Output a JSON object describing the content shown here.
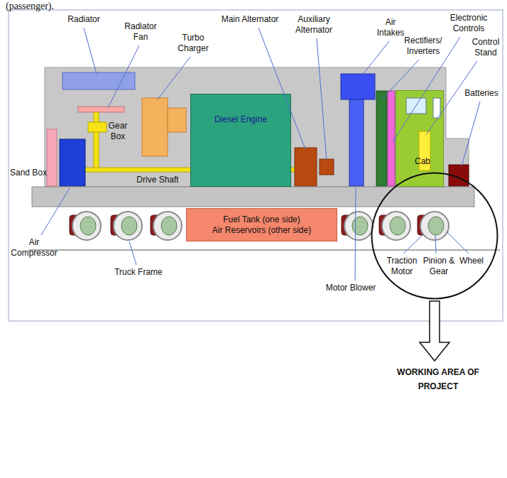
{
  "diagram": {
    "nodes": [
      {
        "text": [
          "Diesel Engine"
        ]
      },
      {
        "text": [
          "Cab"
        ]
      },
      {
        "text": [
          "Fuel Tank (one side)",
          "Air Reservoirs (other side)"
        ]
      },
      {
        "text": [
          "Traction Motor",
          "Pinion & Gear",
          "Wheel"
        ]
      }
    ],
    "labels": [
      "(passenger).",
      "Radiator",
      "Radiator Fan",
      "Turbo Charger",
      "Main Alternator",
      "Auxiliary Alternator",
      "Air Intakes",
      "Rectifiers/ Inverters",
      "Electronic Controls",
      "Control Stand",
      "Batteries",
      "Gear Box",
      "Sand Box",
      "Drive Shaft",
      "Air Compressor",
      "Truck Frame",
      "Motor Blower",
      "WORKING AREA OF PROJECT"
    ]
  }
}
